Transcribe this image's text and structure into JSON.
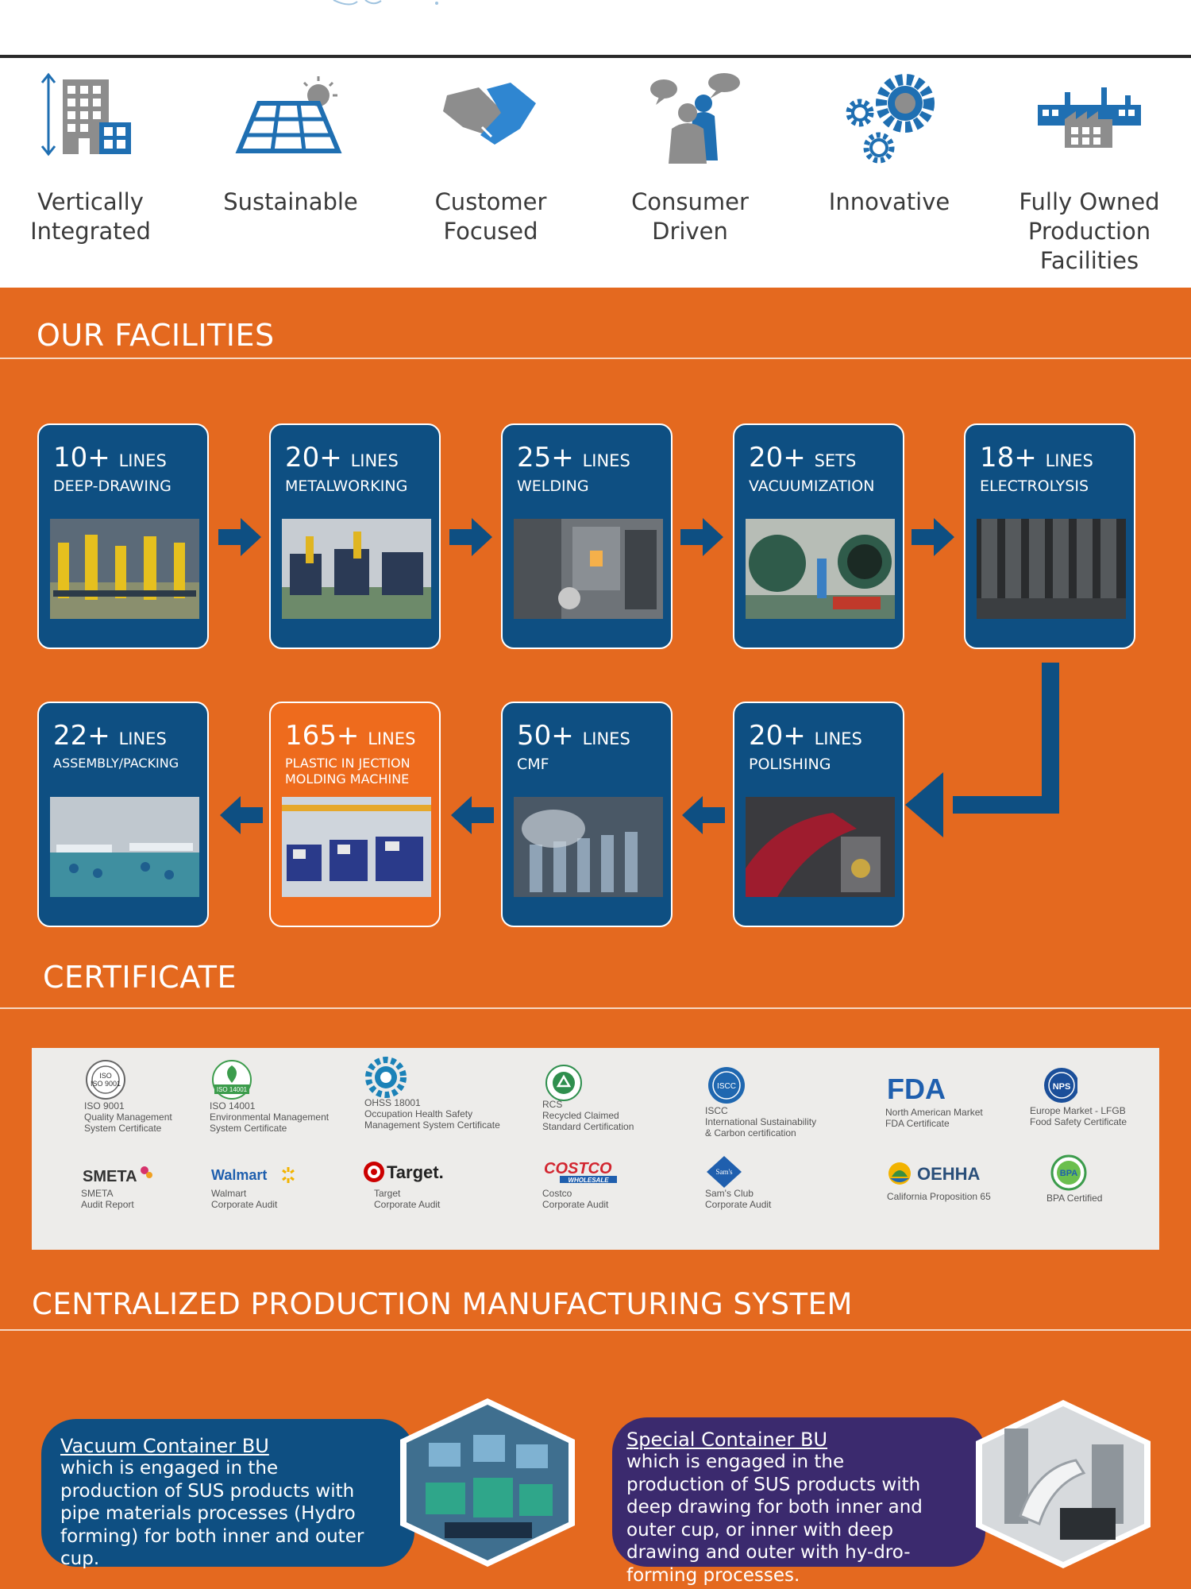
{
  "values": [
    {
      "label": "Vertically\nIntegrated",
      "icon": "building-icon"
    },
    {
      "label": "Sustainable",
      "icon": "solar-panel-icon"
    },
    {
      "label": "Customer\nFocused",
      "icon": "handshake-icon"
    },
    {
      "label": "Consumer\nDriven",
      "icon": "people-chat-icon"
    },
    {
      "label": "Innovative",
      "icon": "gears-icon"
    },
    {
      "label": "Fully Owned\nProduction\nFacilities",
      "icon": "factory-icon"
    }
  ],
  "facilities": {
    "title": "OUR FACILITIES",
    "cards": [
      {
        "num": "10+",
        "unit": "LINES",
        "process": "DEEP-DRAWING"
      },
      {
        "num": "20+",
        "unit": "LINES",
        "process": "METALWORKING"
      },
      {
        "num": "25+",
        "unit": "LINES",
        "process": "WELDING"
      },
      {
        "num": "20+",
        "unit": "SETS",
        "process": "VACUUMIZATION"
      },
      {
        "num": "18+",
        "unit": "LINES",
        "process": "ELECTROLYSIS"
      },
      {
        "num": "20+",
        "unit": "LINES",
        "process": "POLISHING"
      },
      {
        "num": "50+",
        "unit": "LINES",
        "process": "CMF"
      },
      {
        "num": "165+",
        "unit": "LINES",
        "process": "PLASTIC IN JECTION\nMOLDING MACHINE"
      },
      {
        "num": "22+",
        "unit": "LINES",
        "process": "ASSEMBLY/PACKING"
      }
    ]
  },
  "certificate": {
    "title": "CERTIFICATE",
    "items": [
      {
        "logo": "ISO 9001",
        "text": "ISO 9001\nQuality Management\nSystem Certificate"
      },
      {
        "logo": "ISO 14001",
        "text": "ISO 14001\nEnvironmental Management\nSystem Certificate"
      },
      {
        "logo": "",
        "text": "OHSS 18001\nOccupation Health Safety\nManagement System Certificate"
      },
      {
        "logo": "",
        "text": "RCS\nRecycled Claimed\nStandard Certification"
      },
      {
        "logo": "ISCC",
        "text": "ISCC\nInternational Sustainability\n& Carbon certification"
      },
      {
        "logo": "FDA",
        "text": "North American Market\nFDA Certificate"
      },
      {
        "logo": "NPS",
        "text": "Europe Market - LFGB\nFood Safety Certificate"
      },
      {
        "logo": "SMETA",
        "text": "SMETA\nAudit Report"
      },
      {
        "logo": "Walmart",
        "text": "Walmart\nCorporate Audit"
      },
      {
        "logo": "Target.",
        "text": "Target\nCorporate Audit"
      },
      {
        "logo": "COSTCO",
        "logo_sub": "WHOLESALE",
        "text": "Costco\nCorporate Audit"
      },
      {
        "logo": "Sam's",
        "text": "Sam's Club\nCorporate Audit"
      },
      {
        "logo": "OEHHA",
        "text": "California Proposition 65"
      },
      {
        "logo": "BPA",
        "text": "BPA Certified"
      }
    ]
  },
  "system": {
    "title": "CENTRALIZED PRODUCTION MANUFACTURING SYSTEM",
    "units": [
      {
        "title": "Vacuum Container BU",
        "text": "which is engaged in the production of SUS products with pipe materials processes (Hydro forming) for both inner and outer cup."
      },
      {
        "title": "Special Container BU",
        "text": "which is engaged in the production of SUS products with deep drawing for both inner and outer cup, or inner with deep drawing and outer with hy-dro-forming processes."
      }
    ]
  },
  "colors": {
    "orange": "#e4691f",
    "navy": "#0e4f82",
    "purple": "#3b2a6e",
    "icon_blue": "#1f6fb2",
    "icon_gray": "#8d8d8d"
  }
}
